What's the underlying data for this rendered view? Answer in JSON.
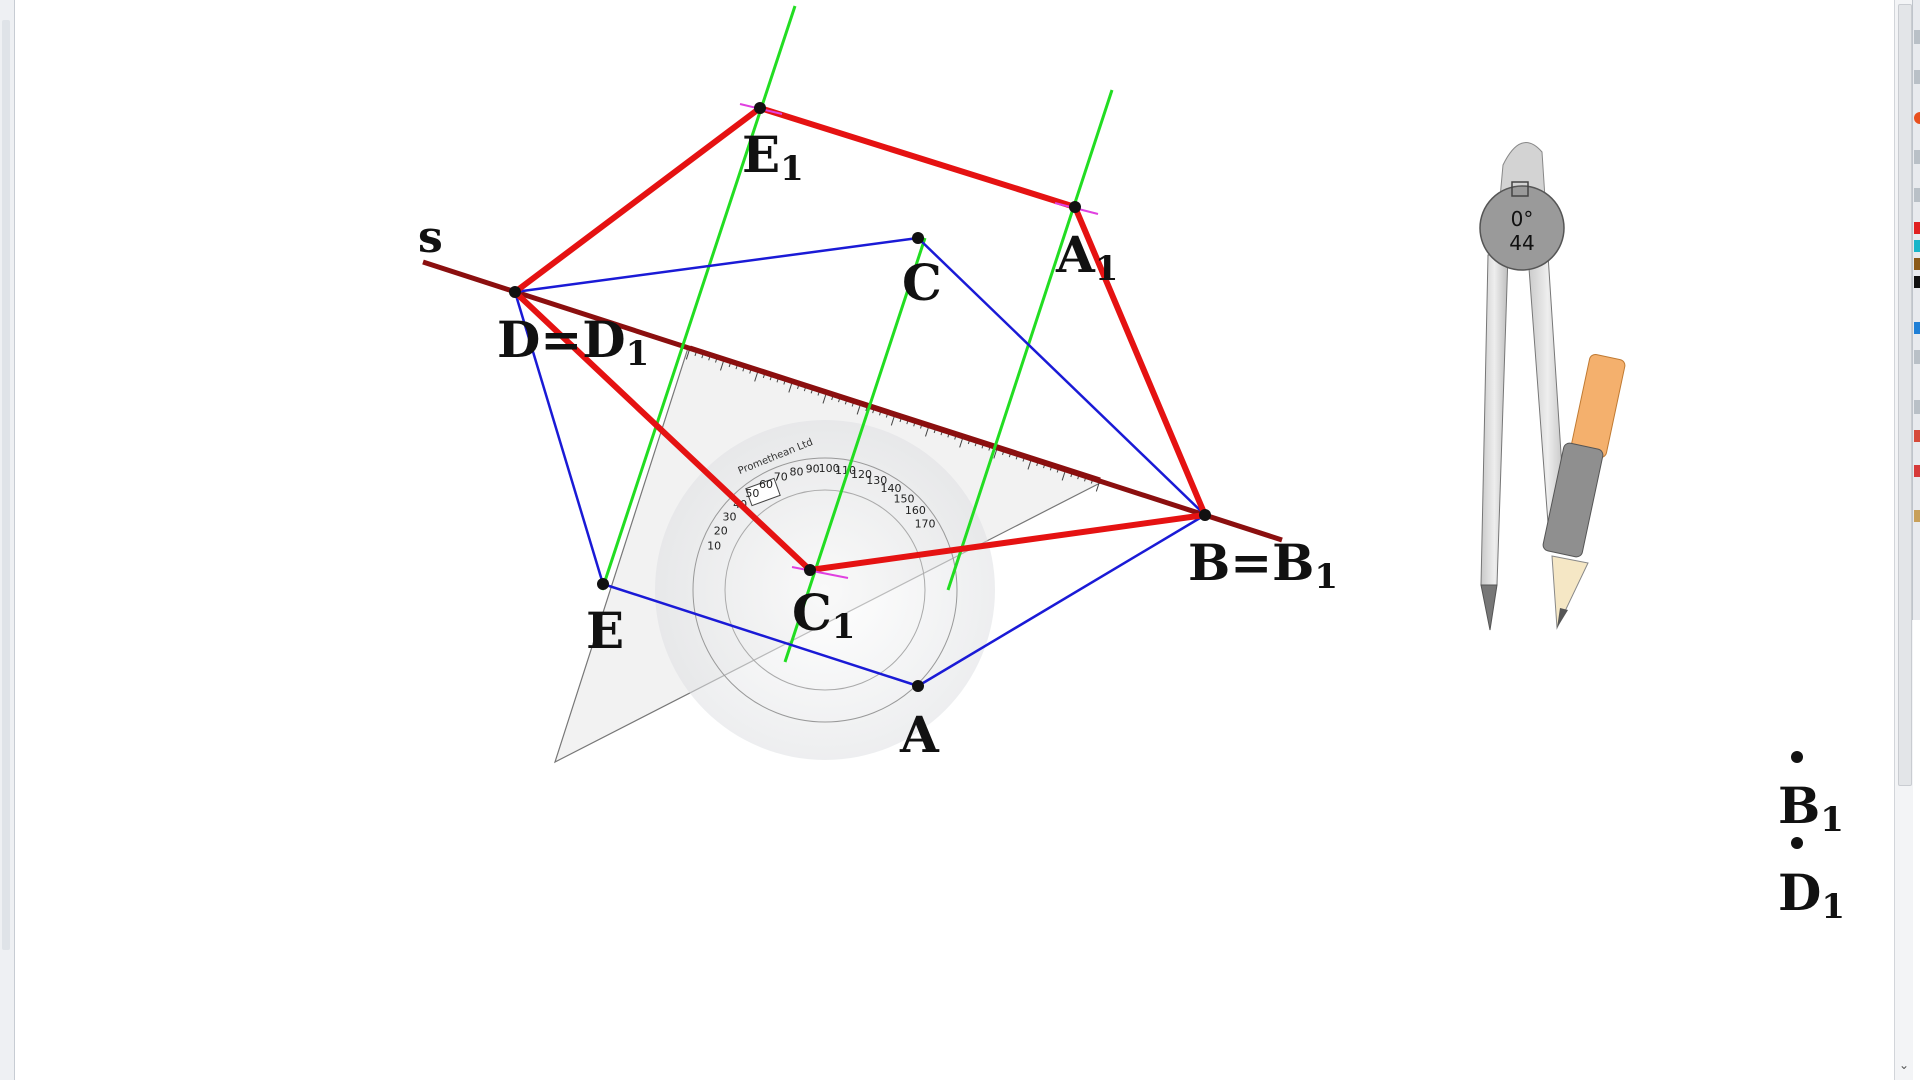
{
  "canvas": {
    "points": {
      "A": "A",
      "B": "B=B",
      "C": "C",
      "D": "D=D",
      "E": "E",
      "A1": "A",
      "C1": "C",
      "E1": "E",
      "B1_side": "B",
      "D1_side": "D",
      "sub": "1"
    },
    "line_label": "s",
    "colors": {
      "original_polygon": "#1a1ad6",
      "image_polygon": "#e51212",
      "parallels": "#22dd22",
      "axis_s": "#8b0f0f",
      "points": "#111111"
    }
  },
  "triangle_ruler": {
    "brand": "Promethean Ltd",
    "scale": [
      "10",
      "20",
      "30",
      "40",
      "50",
      "60",
      "70",
      "80",
      "90",
      "100",
      "110",
      "120",
      "130",
      "140",
      "150",
      "160",
      "170"
    ]
  },
  "compass": {
    "angle": "0°",
    "radius": "44"
  },
  "toolbar": {
    "swatches": [
      "#e02020",
      "#19b5c9",
      "#8b5a1a",
      "#111111",
      "#1f7fd6"
    ]
  },
  "scrollbar": {
    "down_arrow": "⌄"
  }
}
